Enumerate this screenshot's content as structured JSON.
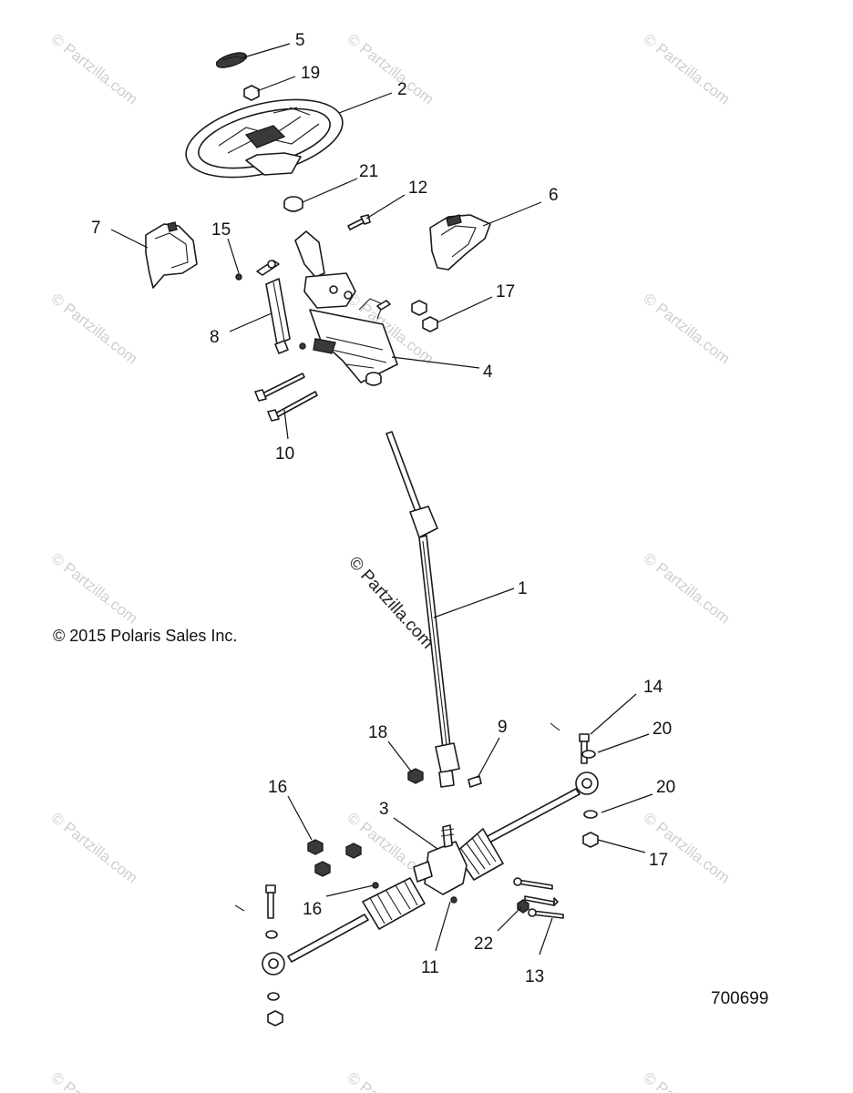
{
  "copyright": "© 2015 Polaris Sales Inc.",
  "diagram_id": "700699",
  "watermark": "© Partzilla.com",
  "callouts": {
    "c1": "1",
    "c2": "2",
    "c3": "3",
    "c4": "4",
    "c5": "5",
    "c6": "6",
    "c7": "7",
    "c8": "8",
    "c9": "9",
    "c10": "10",
    "c11": "11",
    "c12": "12",
    "c13": "13",
    "c14": "14",
    "c15": "15",
    "c16a": "16",
    "c16b": "16",
    "c17a": "17",
    "c17b": "17",
    "c18": "18",
    "c19": "19",
    "c20a": "20",
    "c20b": "20",
    "c21": "21",
    "c22": "22"
  },
  "colors": {
    "line": "#1a1a1a",
    "watermark": "#cfcfcf",
    "background": "#ffffff"
  }
}
